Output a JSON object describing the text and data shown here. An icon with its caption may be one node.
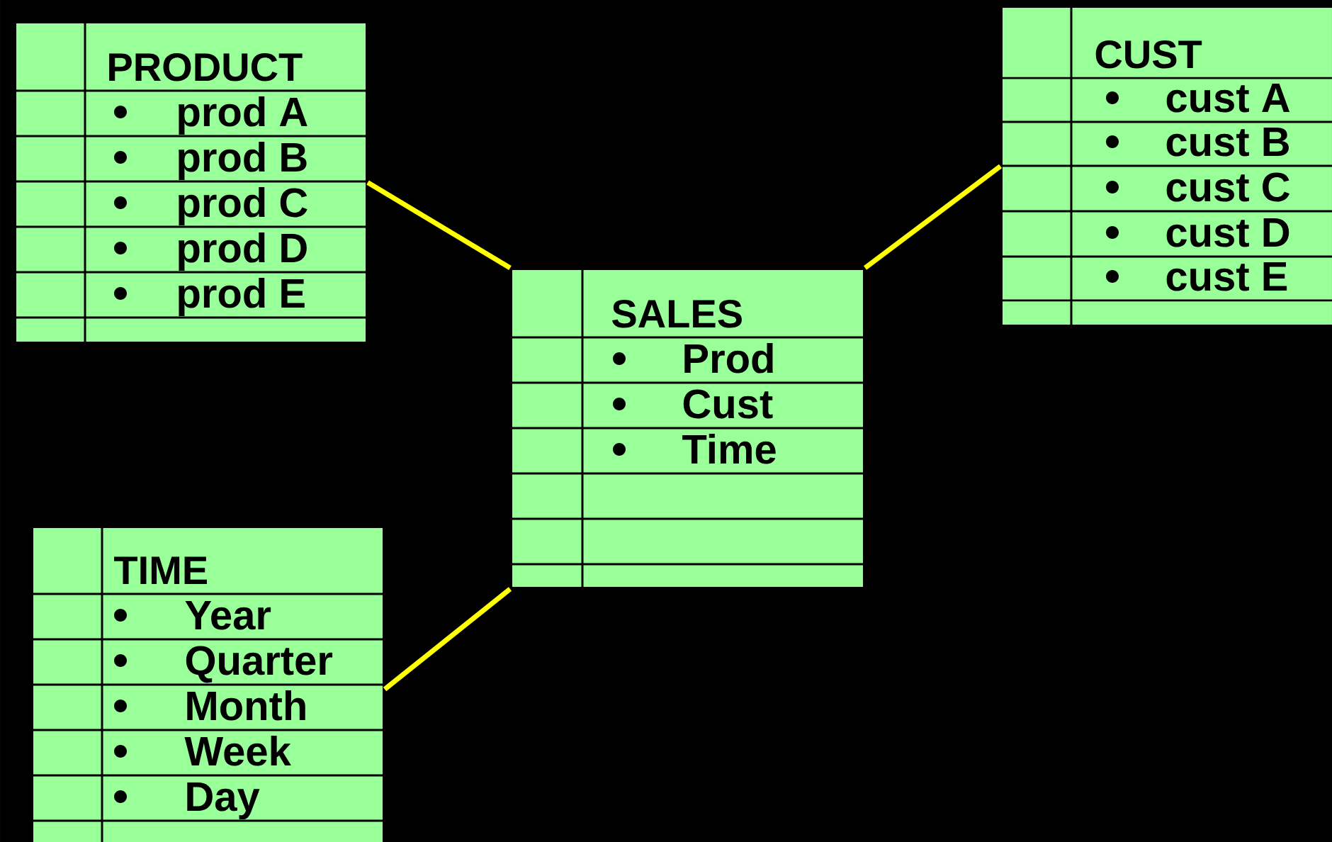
{
  "diagram": {
    "nodes": [
      {
        "text": [
          "PRODUCT",
          "prod A",
          "prod B",
          "prod C",
          "prod D",
          "prod E"
        ]
      },
      {
        "text": [
          "CUST",
          "cust A",
          "cust B",
          "cust C",
          "cust D",
          "cust E"
        ]
      },
      {
        "text": [
          "SALES",
          "Prod",
          "Cust",
          "Time"
        ]
      },
      {
        "text": [
          "TIME",
          "Year",
          "Quarter",
          "Month",
          "Week",
          "Day"
        ]
      }
    ],
    "edges": [
      {
        "from": 0,
        "to": 2,
        "arrow": "none"
      },
      {
        "from": 1,
        "to": 2,
        "arrow": "none"
      },
      {
        "from": 3,
        "to": 2,
        "arrow": "none"
      }
    ]
  }
}
